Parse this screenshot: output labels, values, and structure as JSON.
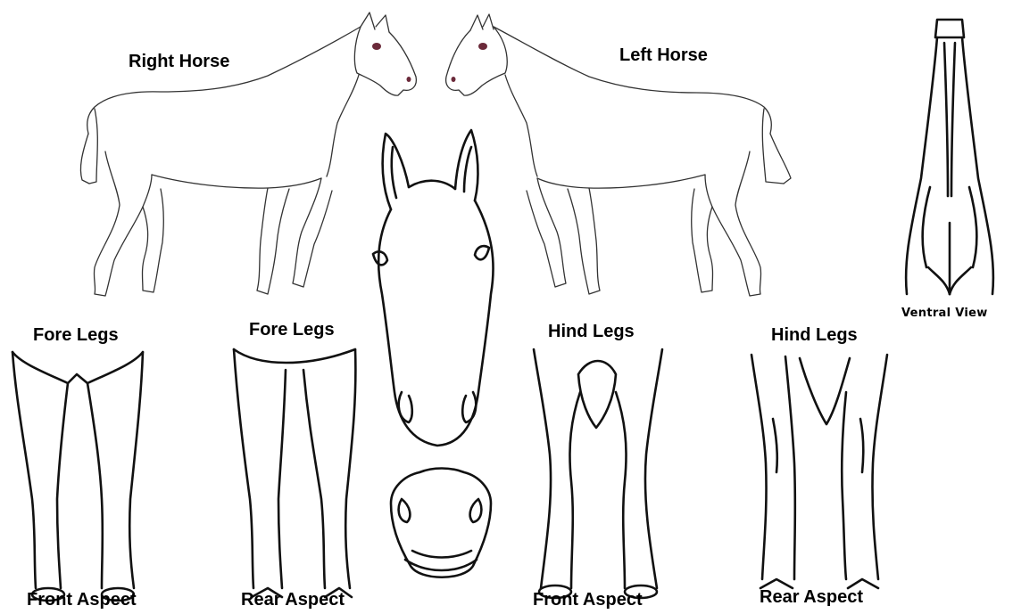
{
  "labels": {
    "right_horse": "Right Horse",
    "left_horse": "Left Horse",
    "ventral_view": "Ventral View",
    "fore_legs_front": "Fore Legs",
    "fore_legs_rear": "Fore Legs",
    "hind_legs_front": "Hind Legs",
    "hind_legs_rear": "Hind Legs",
    "front_aspect_fore": "Front Aspect",
    "rear_aspect_fore": "Rear Aspect",
    "front_aspect_hind": "Front Aspect",
    "rear_aspect_hind": "Rear Aspect"
  },
  "colors": {
    "background": "#ffffff",
    "outline": "#222222",
    "eye": "#6b2a3a",
    "text": "#000000"
  }
}
